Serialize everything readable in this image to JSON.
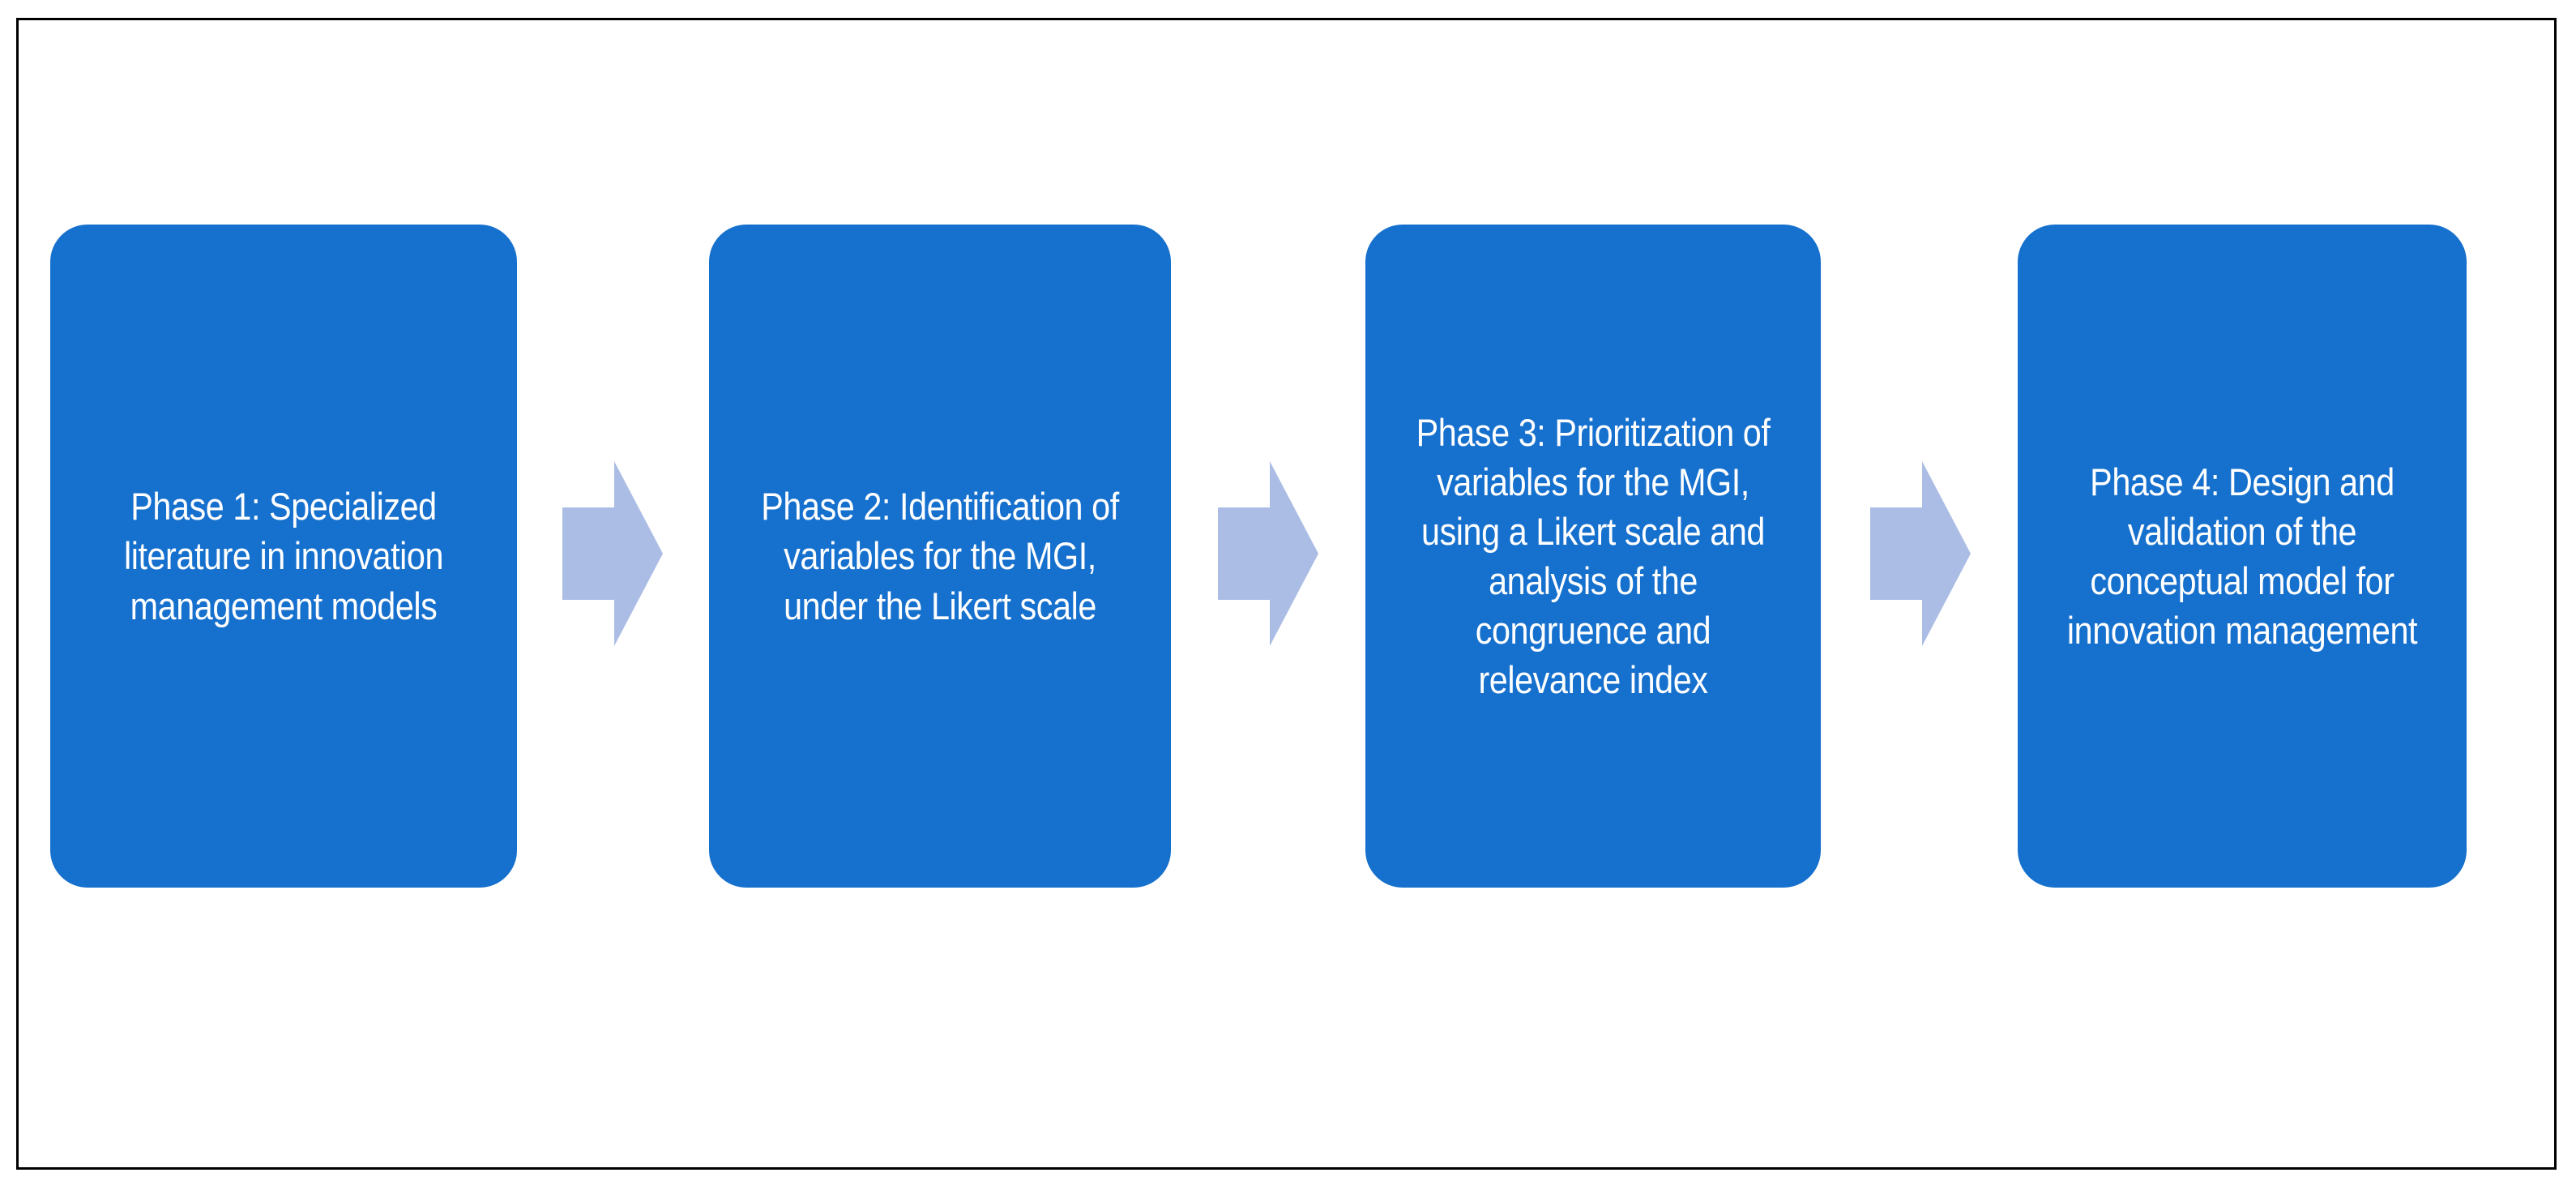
{
  "diagram": {
    "title": "Research phases flow diagram",
    "type": "horizontal-process-flow",
    "frame": {
      "border_color": "#000000"
    },
    "colors": {
      "box_fill": "#1670CD",
      "box_text": "#FFFFFF",
      "arrow_fill": "#ABBDE5",
      "background": "#FFFFFF"
    },
    "phases": [
      {
        "id": "phase-1",
        "label": "Phase 1: Specialized literature in innovation management models"
      },
      {
        "id": "phase-2",
        "label": "Phase 2: Identification of variables for the MGI, under the Likert scale"
      },
      {
        "id": "phase-3",
        "label": "Phase 3: Prioritization of variables for the MGI, using a Likert scale and analysis of the congruence and relevance index"
      },
      {
        "id": "phase-4",
        "label": "Phase 4: Design and validation of the conceptual model for innovation management"
      }
    ],
    "connectors": [
      {
        "id": "arrow-1",
        "icon": "right-block-arrow-icon",
        "from": "phase-1",
        "to": "phase-2"
      },
      {
        "id": "arrow-2",
        "icon": "right-block-arrow-icon",
        "from": "phase-2",
        "to": "phase-3"
      },
      {
        "id": "arrow-3",
        "icon": "right-block-arrow-icon",
        "from": "phase-3",
        "to": "phase-4"
      }
    ]
  }
}
